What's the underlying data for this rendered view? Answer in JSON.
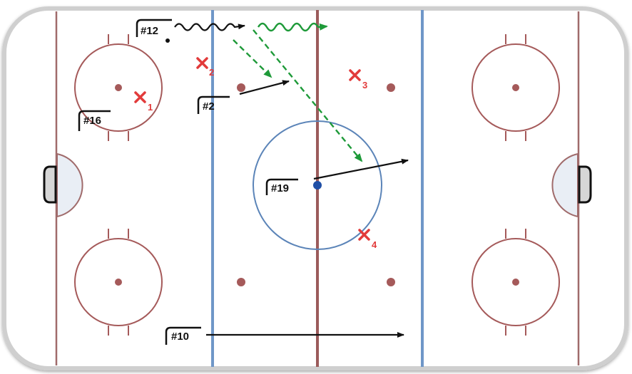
{
  "colors": {
    "goal_line": "#a06b6b",
    "center_line": "#9b5b5b",
    "blue_line": "#6f97c8",
    "circle_red": "#a55a5a",
    "dot_red": "#a55a5a",
    "center_circle": "#5b84b8",
    "center_dot": "#1f4fa6",
    "crease_fill": "#e9eef5",
    "opponent_x": "#e23b3b",
    "arrow_black": "#111111",
    "arrow_green": "#1e9a39",
    "board": "#d6d6d6"
  },
  "players": [
    {
      "id": "p12",
      "label": "#12"
    },
    {
      "id": "p2",
      "label": "#2"
    },
    {
      "id": "p16",
      "label": "#16"
    },
    {
      "id": "p19",
      "label": "#19"
    },
    {
      "id": "p10",
      "label": "#10"
    }
  ],
  "opponents": [
    {
      "id": "x1",
      "number": "1"
    },
    {
      "id": "x2",
      "number": "2"
    },
    {
      "id": "x3",
      "number": "3"
    },
    {
      "id": "x4",
      "number": "4"
    }
  ],
  "moves": [
    {
      "id": "skate-12",
      "style": "wavy",
      "color": "arrow_black"
    },
    {
      "id": "carry-puck",
      "style": "wavy",
      "color": "arrow_green"
    },
    {
      "id": "pass-to-2",
      "style": "dashed",
      "color": "arrow_green"
    },
    {
      "id": "pass-to-19",
      "style": "dashed",
      "color": "arrow_green"
    },
    {
      "id": "route-2",
      "style": "solid",
      "color": "arrow_black"
    },
    {
      "id": "route-19",
      "style": "solid",
      "color": "arrow_black"
    },
    {
      "id": "route-10",
      "style": "solid",
      "color": "arrow_black"
    }
  ]
}
